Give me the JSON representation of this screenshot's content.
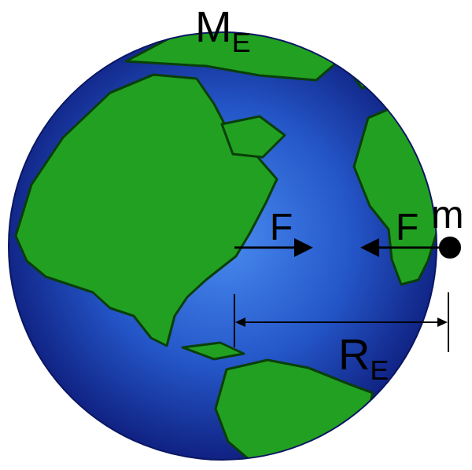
{
  "diagram": {
    "nodes": [
      {
        "text": [
          "ME"
        ]
      },
      {
        "text": [
          "m"
        ]
      }
    ],
    "labels": [
      "F",
      "F",
      "RE"
    ]
  }
}
